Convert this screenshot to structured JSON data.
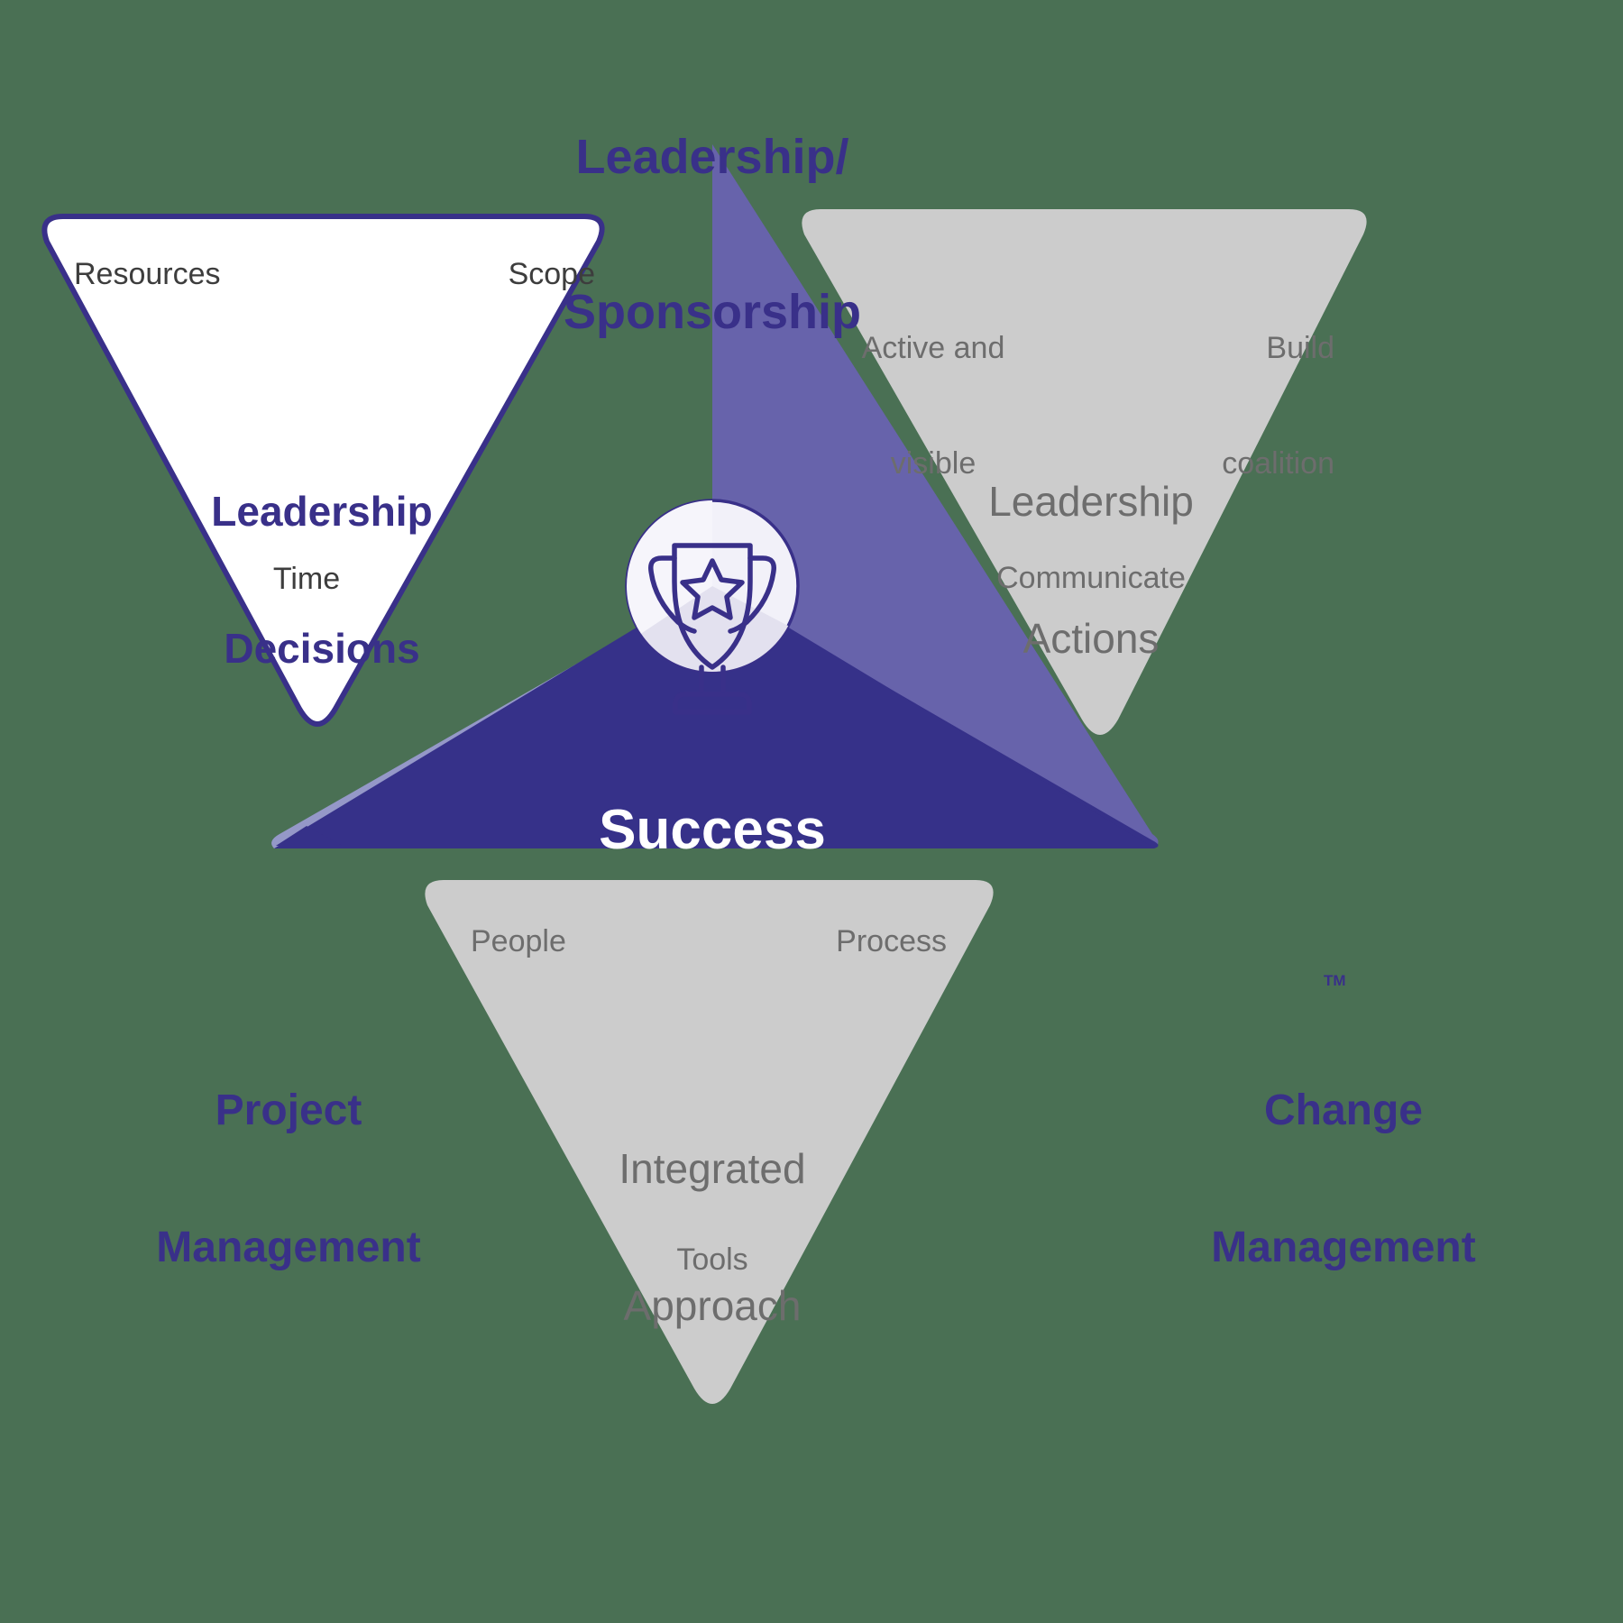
{
  "diagram": {
    "title": "Leadership/Sponsorship Success Triangle",
    "trademark_mark": "TM",
    "colors": {
      "background": "#4a7054",
      "brand_dark": "#393089",
      "triangle_left": "#9598c8",
      "triangle_right": "#6763ab",
      "triangle_bottom": "#363189",
      "gray_fill": "#cccccc",
      "gray_text": "#6d6d6d",
      "white_fill": "#ffffff",
      "circle_fill": "#f0f0f8"
    }
  },
  "corner_labels": {
    "top": {
      "line1": "Leadership/",
      "line2": "Sponsorship"
    },
    "bottom_left": {
      "line1": "Project",
      "line2": "Management"
    },
    "bottom_right": {
      "line1": "Change",
      "line2": "Management"
    }
  },
  "center": {
    "icon": "trophy-icon",
    "label": "Success"
  },
  "panels": [
    {
      "id": "leadership-decisions",
      "title_line1": "Leadership",
      "title_line2": "Decisions",
      "corner_left": "Resources",
      "corner_right": "Scope",
      "bottom": "Time",
      "style": "white"
    },
    {
      "id": "leadership-actions",
      "title_line1": "Leadership",
      "title_line2": "Actions",
      "corner_left_line1": "Active and",
      "corner_left_line2": "visible",
      "corner_right_line1": "Build",
      "corner_right_line2": "coalition",
      "bottom": "Communicate",
      "style": "gray"
    },
    {
      "id": "integrated-approach",
      "title_line1": "Integrated",
      "title_line2": "Approach",
      "corner_left": "People",
      "corner_right": "Process",
      "bottom": "Tools",
      "style": "gray"
    }
  ],
  "chart_data": {
    "type": "diagram",
    "shape": "triangle",
    "nodes": [
      {
        "name": "Leadership/Sponsorship",
        "position": "top-vertex"
      },
      {
        "name": "Project Management",
        "position": "bottom-left-vertex"
      },
      {
        "name": "Change Management",
        "position": "bottom-right-vertex"
      },
      {
        "name": "Success",
        "position": "center"
      }
    ],
    "segments": [
      {
        "name": "Leadership Decisions",
        "items": [
          "Resources",
          "Scope",
          "Time"
        ]
      },
      {
        "name": "Leadership Actions",
        "items": [
          "Active and visible",
          "Build coalition",
          "Communicate"
        ]
      },
      {
        "name": "Integrated Approach",
        "items": [
          "People",
          "Process",
          "Tools"
        ]
      }
    ]
  }
}
